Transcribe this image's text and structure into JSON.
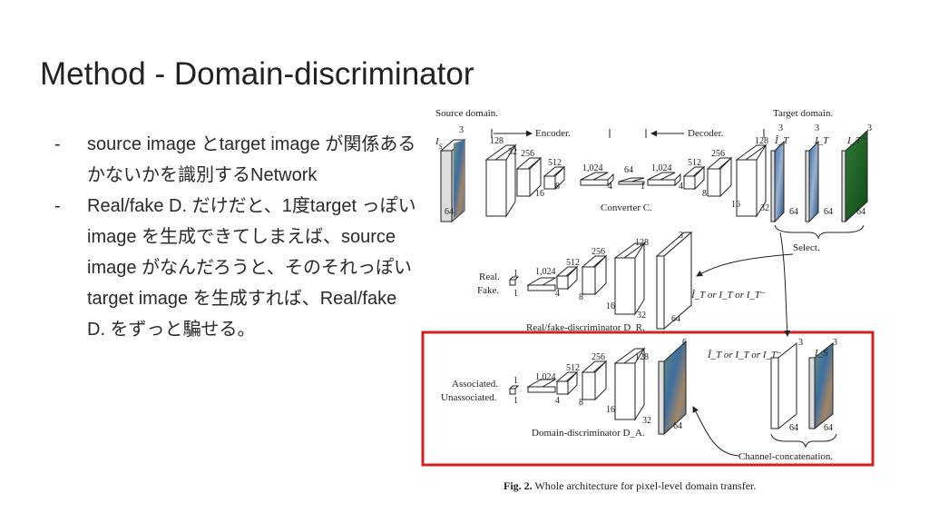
{
  "slide": {
    "title": "Method - Domain-discriminator",
    "bullets": [
      {
        "dash": "-",
        "text": "source image とtarget image が関係あるかないかを識別するNetwork"
      },
      {
        "dash": "-",
        "text": "Real/fake D. だけだと、1度target っぽい image を生成できてしまえば、source image がなんだろうと、そのそれっぽい target image を生成すれば、Real/fake D. をずっと騙せる。"
      }
    ]
  },
  "figure": {
    "labels": {
      "source_domain": "Source domain.",
      "target_domain": "Target domain.",
      "encoder": "Encoder.",
      "decoder": "Decoder.",
      "converter": "Converter C.",
      "select": "Select.",
      "real": "Real.",
      "fake": "Fake.",
      "real_fake_disc": "Real/fake-discriminator D_R.",
      "associated": "Associated.",
      "unassociated": "Unassociated.",
      "domain_disc": "Domain-discriminator D_A.",
      "channel_concat": "Channel-concatenation.",
      "input_choice": "Î_T or I_T or I_T⁻",
      "is_label": "I_S",
      "it_hat_label": "Î_T",
      "it_label": "I_T",
      "it_minus_label": "I_T⁻"
    },
    "caption_prefix": "Fig. 2.",
    "caption_text": "Whole architecture for pixel-level domain transfer.",
    "highlight_color": "#d32020"
  }
}
